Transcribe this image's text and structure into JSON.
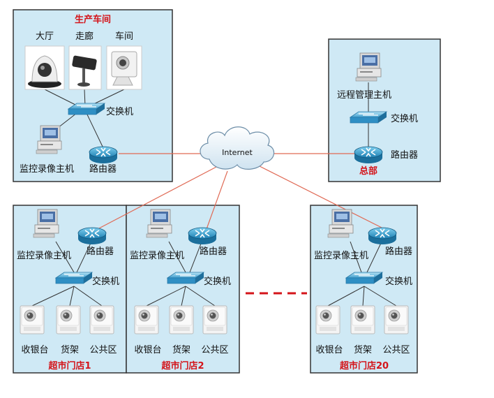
{
  "factory": {
    "title": "生产车间",
    "cam1": "大厅",
    "cam2": "走廊",
    "cam3": "车间",
    "switch": "交换机",
    "recorder": "监控录像主机",
    "router": "路由器"
  },
  "hq": {
    "title": "总部",
    "host": "远程管理主机",
    "switch": "交换机",
    "router": "路由器"
  },
  "internet": "Internet",
  "stores": [
    {
      "title": "超市门店1",
      "recorder": "监控录像主机",
      "router": "路由器",
      "switch": "交换机",
      "cam1": "收银台",
      "cam2": "货架",
      "cam3": "公共区"
    },
    {
      "title": "超市门店2",
      "recorder": "监控录像主机",
      "router": "路由器",
      "switch": "交换机",
      "cam1": "收银台",
      "cam2": "货架",
      "cam3": "公共区"
    },
    {
      "title": "超市门店20",
      "recorder": "监控录像主机",
      "router": "路由器",
      "switch": "交换机",
      "cam1": "收银台",
      "cam2": "货架",
      "cam3": "公共区"
    }
  ],
  "colors": {
    "panel": "#cfe9f5",
    "link": "#e06a55",
    "title": "#d4141a",
    "ellipsis": "#d4141a"
  }
}
